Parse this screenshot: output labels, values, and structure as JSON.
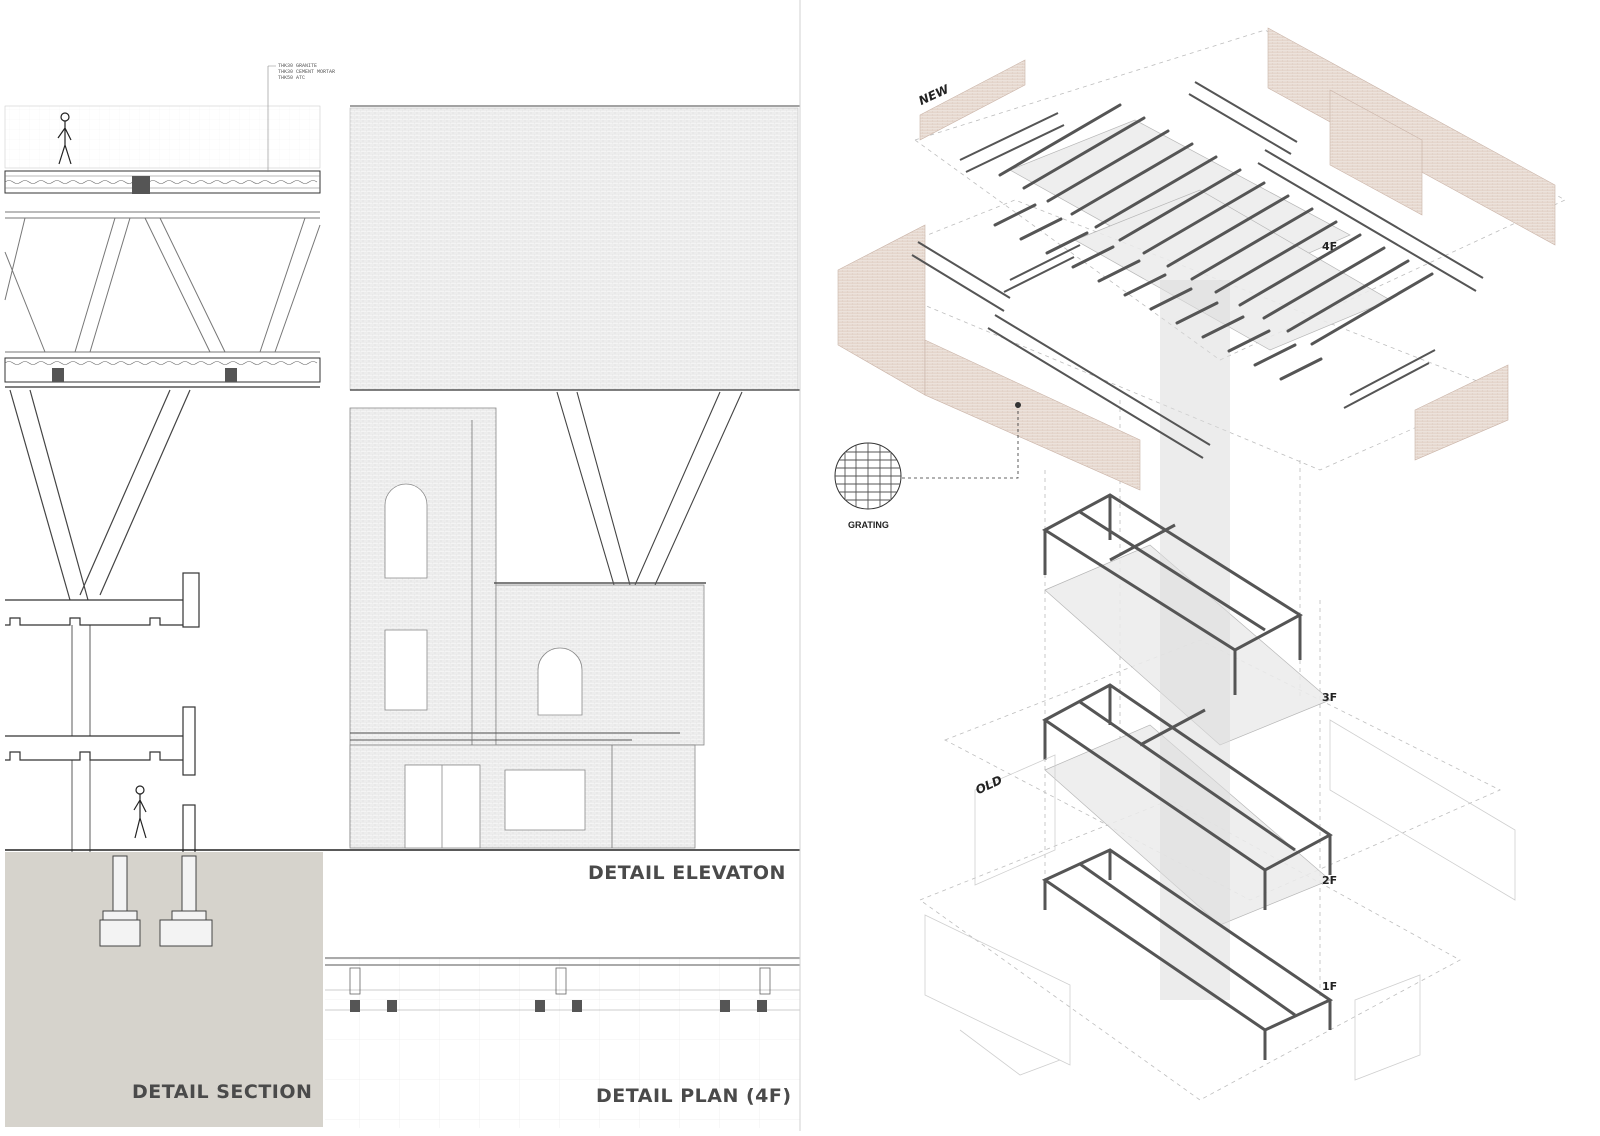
{
  "labels": {
    "detail_section": "DETAIL SECTION",
    "detail_elevation": "DETAIL ELEVATON",
    "detail_plan": "DETAIL PLAN (4F)",
    "grating": "GRATING",
    "new": "NEW",
    "old": "OLD",
    "floor_4f": "4F",
    "floor_3f": "3F",
    "floor_2f": "2F",
    "floor_1f": "1F"
  },
  "material_notes": [
    "THK30 GRANITE",
    "THK30 CEMENT MORTAR",
    "THK50 ATC"
  ],
  "colors": {
    "ground_fill": "#d6d3cc",
    "brick_tint": "#e9dcd4",
    "line": "#333333",
    "light_line": "#bdbdbd",
    "label_text": "#4a4a4a"
  }
}
